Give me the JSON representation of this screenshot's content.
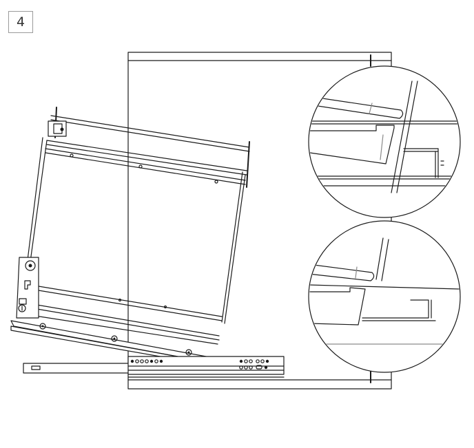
{
  "step": {
    "number": "4"
  },
  "diagram": {
    "colors": {
      "line": "#1a1a1a",
      "light_line": "#8a8a8a",
      "background": "#ffffff"
    },
    "parts": [
      "cabinet-side-panel",
      "tilted-basket-frame",
      "bottom-mounting-rail",
      "pull-out-runner",
      "detail-view-top",
      "detail-view-bottom"
    ]
  }
}
